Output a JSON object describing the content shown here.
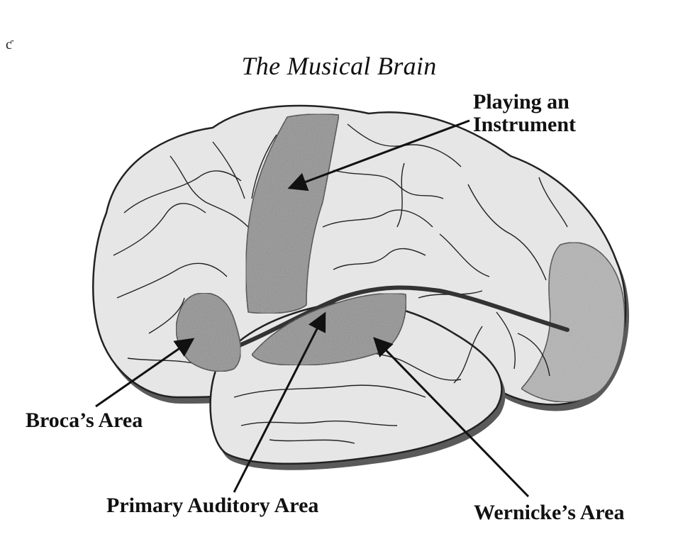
{
  "title": "The Musical Brain",
  "labels": {
    "playing_line1": "Playing an",
    "playing_line2": "Instrument",
    "broca": "Broca’s Area",
    "primary_auditory": "Primary Auditory Area",
    "wernicke": "Wernicke’s Area"
  },
  "colors": {
    "brain_fill": "#e6e6e6",
    "highlight_region": "#8a8a8a",
    "occipital_region": "#ababab",
    "outline": "#222222",
    "shadow": "#5a5a5a"
  }
}
